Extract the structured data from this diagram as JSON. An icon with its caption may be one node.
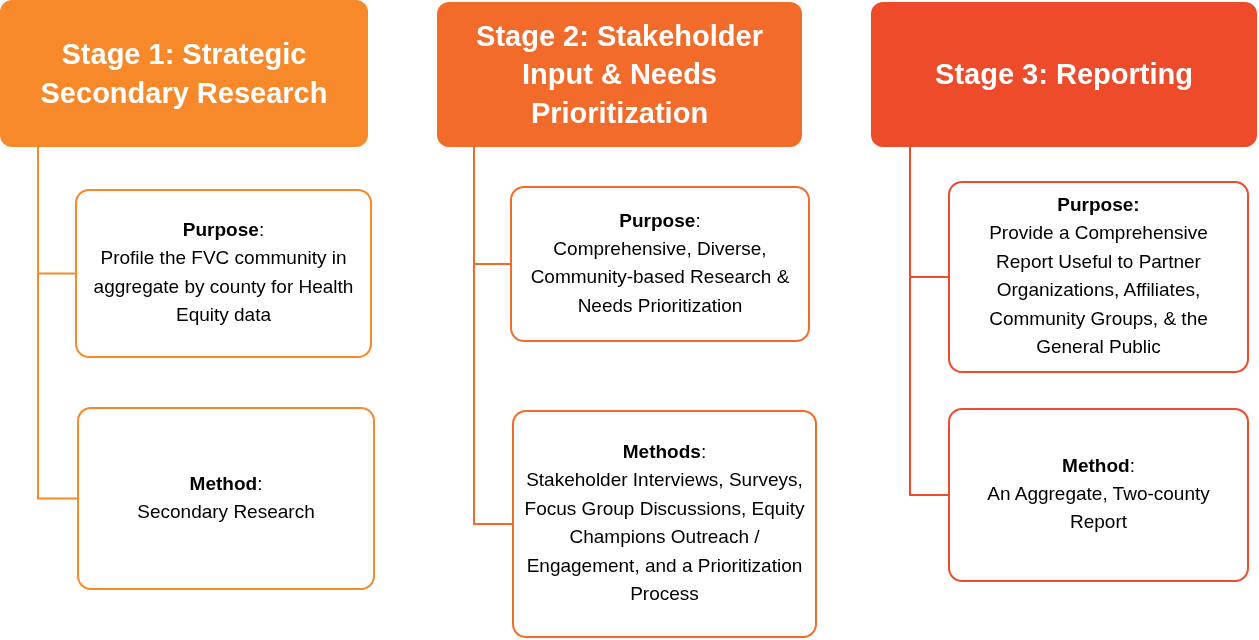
{
  "diagram": {
    "nodes": [
      {
        "text": [
          "Stage 1: Strategic Secondary Research"
        ]
      },
      {
        "text": [
          "**Purpose**:",
          "Profile the FVC community in aggregate by county for Health Equity data"
        ]
      },
      {
        "text": [
          "**Method**:",
          "Secondary Research"
        ]
      },
      {
        "text": [
          "Stage 2: Stakeholder Input & Needs Prioritization"
        ]
      },
      {
        "text": [
          "**Purpose**:",
          "Comprehensive, Diverse, Community-based Research & Needs Prioritization"
        ]
      },
      {
        "text": [
          "**Methods**:",
          "Stakeholder Interviews, Surveys, Focus Group Discussions, Equity Champions Outreach / Engagement, and a Prioritization Process"
        ]
      },
      {
        "text": [
          "Stage 3: Reporting"
        ]
      },
      {
        "text": [
          "**Purpose:**",
          "Provide a Comprehensive Report Useful to Partner Organizations, Affiliates, Community Groups, & the General Public"
        ]
      },
      {
        "text": [
          "**Method**:",
          "An Aggregate, Two-county Report"
        ]
      }
    ],
    "edges": [
      {
        "from": 0,
        "to": 1,
        "arrow": "none",
        "color": "#f7892a"
      },
      {
        "from": 0,
        "to": 2,
        "arrow": "none",
        "color": "#f7892a"
      },
      {
        "from": 3,
        "to": 4,
        "arrow": "none",
        "color": "#f26b2b"
      },
      {
        "from": 3,
        "to": 5,
        "arrow": "none",
        "color": "#f26b2b"
      },
      {
        "from": 6,
        "to": 7,
        "arrow": "none",
        "color": "#ee4b2b"
      },
      {
        "from": 6,
        "to": 8,
        "arrow": "none",
        "color": "#ee4b2b"
      }
    ]
  }
}
